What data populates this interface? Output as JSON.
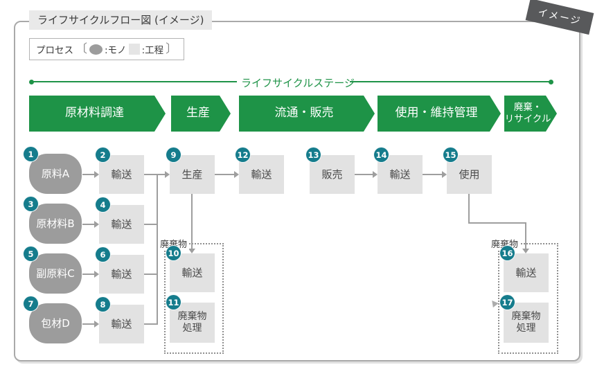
{
  "figure": {
    "corner_badge": "イメージ",
    "title": "ライフサイクルフロー図 (イメージ)"
  },
  "legend": {
    "prefix": "プロセス",
    "bracket_open": "〔",
    "mono_label": ":モノ",
    "process_label": ":工程",
    "bracket_close": "〕"
  },
  "lifecycle": {
    "axis_label": "ライフサイクルステージ",
    "stages": [
      "原材料調達",
      "生産",
      "流通・販売",
      "使用・維持管理",
      "廃棄・\nリサイクル"
    ]
  },
  "waste_group_label": "廃棄物",
  "nodes": [
    {
      "num": "1",
      "label": "原料A",
      "type": "mono"
    },
    {
      "num": "2",
      "label": "輸送",
      "type": "process"
    },
    {
      "num": "3",
      "label": "原材料B",
      "type": "mono"
    },
    {
      "num": "4",
      "label": "輸送",
      "type": "process"
    },
    {
      "num": "5",
      "label": "副原料C",
      "type": "mono"
    },
    {
      "num": "6",
      "label": "輸送",
      "type": "process"
    },
    {
      "num": "7",
      "label": "包材D",
      "type": "mono"
    },
    {
      "num": "8",
      "label": "輸送",
      "type": "process"
    },
    {
      "num": "9",
      "label": "生産",
      "type": "process"
    },
    {
      "num": "10",
      "label": "輸送",
      "type": "process"
    },
    {
      "num": "11",
      "label": "廃棄物\n処理",
      "type": "process"
    },
    {
      "num": "12",
      "label": "輸送",
      "type": "process"
    },
    {
      "num": "13",
      "label": "販売",
      "type": "process"
    },
    {
      "num": "14",
      "label": "輸送",
      "type": "process"
    },
    {
      "num": "15",
      "label": "使用",
      "type": "process"
    },
    {
      "num": "16",
      "label": "輸送",
      "type": "process"
    },
    {
      "num": "17",
      "label": "廃棄物\n処理",
      "type": "process"
    }
  ],
  "colors": {
    "stage_green": "#1e9347",
    "number_teal": "#157c8c",
    "mono_gray": "#9c9c9c",
    "process_gray": "#e2e2e2",
    "badge_gray": "#58595b"
  }
}
